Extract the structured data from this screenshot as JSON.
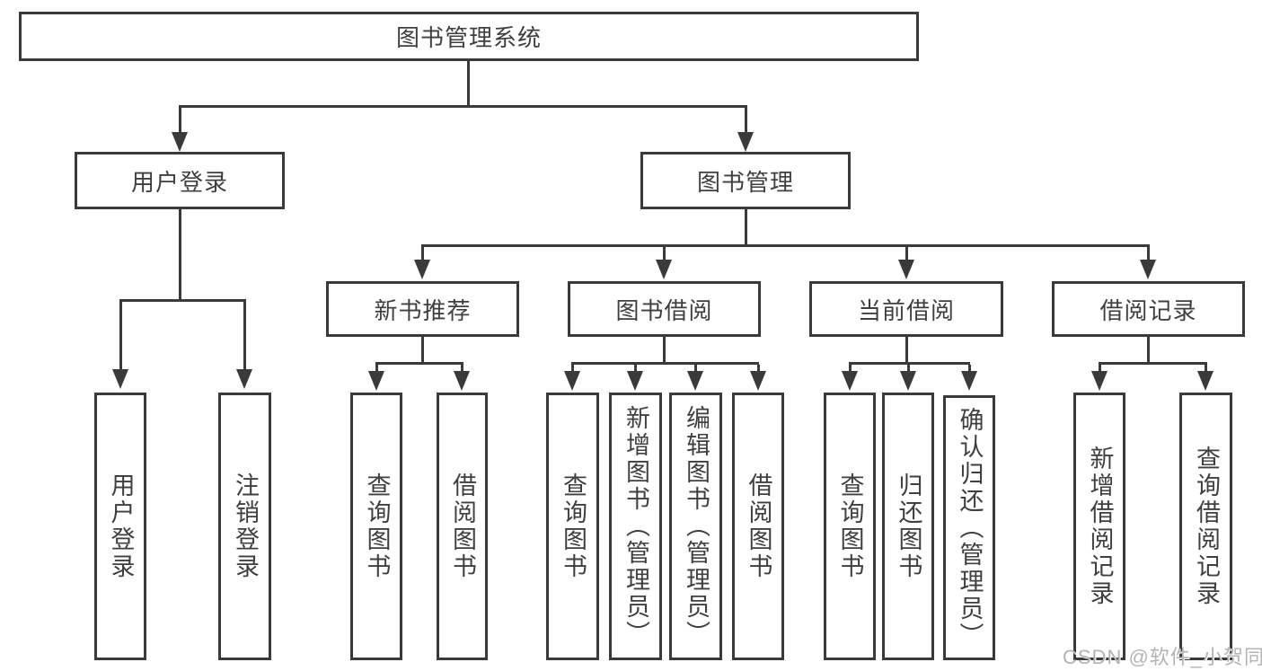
{
  "tree": {
    "label": "图书管理系统",
    "children": [
      {
        "label": "用户登录",
        "children": [
          {
            "label": "用户登录"
          },
          {
            "label": "注销登录"
          }
        ]
      },
      {
        "label": "图书管理",
        "children": [
          {
            "label": "新书推荐",
            "children": [
              {
                "label": "查询图书"
              },
              {
                "label": "借阅图书"
              }
            ]
          },
          {
            "label": "图书借阅",
            "children": [
              {
                "label": "查询图书"
              },
              {
                "label": "新增图书（管理员）"
              },
              {
                "label": "编辑图书（管理员）"
              },
              {
                "label": "借阅图书"
              }
            ]
          },
          {
            "label": "当前借阅",
            "children": [
              {
                "label": "查询图书"
              },
              {
                "label": "归还图书"
              },
              {
                "label": "确认归还（管理员）"
              }
            ]
          },
          {
            "label": "借阅记录",
            "children": [
              {
                "label": "新增借阅记录"
              },
              {
                "label": "查询借阅记录"
              }
            ]
          }
        ]
      }
    ]
  },
  "watermark": {
    "text": "CSDN @软件_小贺同学"
  },
  "colors": {
    "line": "#3a3a3a",
    "text": "#3f3f3f",
    "watermark": "#b3b3b3",
    "background": "#ffffff"
  }
}
